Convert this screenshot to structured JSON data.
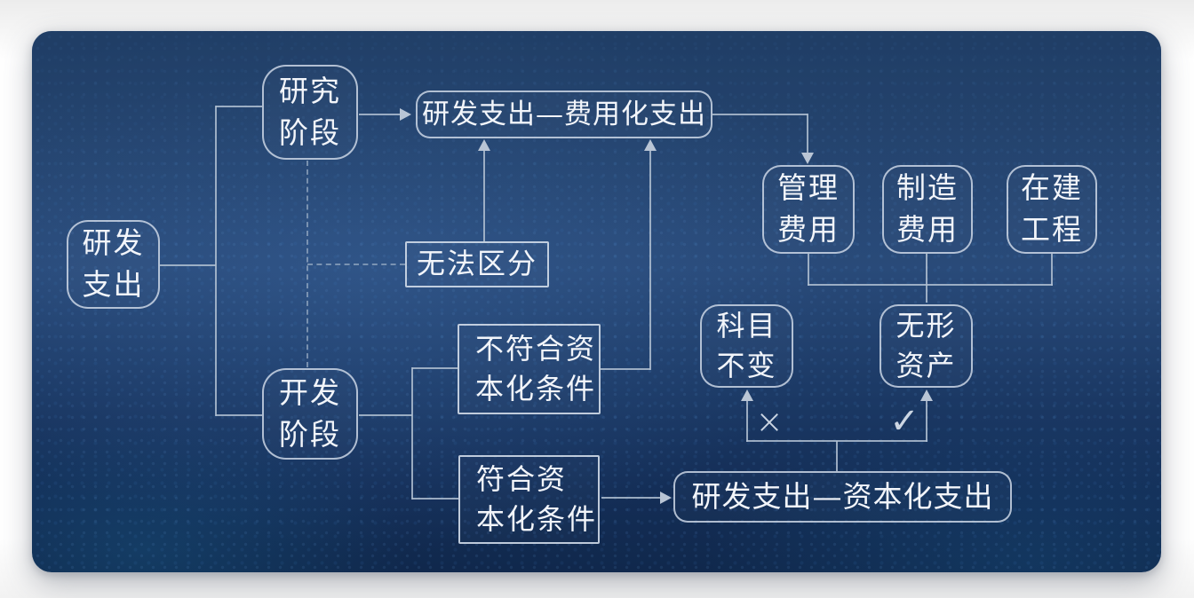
{
  "diagram": {
    "title_hint": "R&D expenditure accounting flowchart",
    "background_color": "#1c3a66",
    "card_top_color": "#203e66",
    "card_bottom_color": "#10284c",
    "line_color": "#b0bfd1",
    "text_color": "#f2f5fa",
    "nodes": {
      "rnd_expenditure": {
        "label": "研发\n支出"
      },
      "research_stage": {
        "label": "研究\n阶段"
      },
      "development_stage": {
        "label": "开发\n阶段"
      },
      "expensed_expenditure": {
        "label": "研发支出—费用化支出"
      },
      "indistinguishable": {
        "label": "无法区分"
      },
      "not_capitalizable": {
        "label": "不符合资\n本化条件"
      },
      "capitalizable": {
        "label": "符合资\n本化条件"
      },
      "admin_expense": {
        "label": "管理\n费用"
      },
      "manufacturing_expense": {
        "label": "制造\n费用"
      },
      "construction_in_progress": {
        "label": "在建\n工程"
      },
      "account_unchanged": {
        "label": "科目\n不变"
      },
      "intangible_assets": {
        "label": "无形\n资产"
      },
      "capitalized_expenditure": {
        "label": "研发支出—资本化支出"
      }
    },
    "marks": {
      "no": "×",
      "yes": "✓"
    },
    "edges": [
      {
        "from": "rnd_expenditure",
        "to": "research_stage",
        "style": "solid"
      },
      {
        "from": "rnd_expenditure",
        "to": "development_stage",
        "style": "solid"
      },
      {
        "from": "research_stage",
        "to": "expensed_expenditure",
        "style": "arrow"
      },
      {
        "from": "research_stage",
        "to": "indistinguishable",
        "style": "dashed"
      },
      {
        "from": "indistinguishable",
        "to": "expensed_expenditure",
        "style": "arrow"
      },
      {
        "from": "development_stage",
        "to": "not_capitalizable",
        "style": "solid"
      },
      {
        "from": "development_stage",
        "to": "capitalizable",
        "style": "solid"
      },
      {
        "from": "not_capitalizable",
        "to": "expensed_expenditure",
        "style": "arrow"
      },
      {
        "from": "capitalizable",
        "to": "capitalized_expenditure",
        "style": "arrow"
      },
      {
        "from": "expensed_expenditure",
        "to": "admin_expense",
        "style": "arrow"
      },
      {
        "from": "admin_expense",
        "to": "intangible_assets",
        "style": "solid"
      },
      {
        "from": "manufacturing_expense",
        "to": "intangible_assets",
        "style": "solid"
      },
      {
        "from": "construction_in_progress",
        "to": "intangible_assets",
        "style": "solid"
      },
      {
        "from": "capitalized_expenditure",
        "to": "account_unchanged",
        "style": "arrow",
        "mark": "no"
      },
      {
        "from": "capitalized_expenditure",
        "to": "intangible_assets",
        "style": "arrow",
        "mark": "yes"
      }
    ]
  }
}
